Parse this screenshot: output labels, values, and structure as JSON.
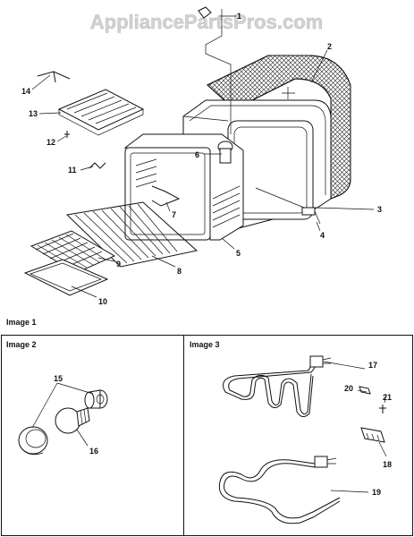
{
  "watermark": "AppliancePartsPros.com",
  "panels": {
    "image1": "Image 1",
    "image2": "Image 2",
    "image3": "Image 3"
  },
  "callouts": {
    "c1": "1",
    "c2": "2",
    "c3": "3",
    "c4": "4",
    "c5": "5",
    "c6": "6",
    "c7": "7",
    "c8": "8",
    "c9": "9",
    "c10": "10",
    "c11": "11",
    "c12": "12",
    "c13": "13",
    "c14": "14",
    "c15": "15",
    "c16": "16",
    "c17": "17",
    "c18": "18",
    "c19": "19",
    "c20": "20",
    "c21": "21"
  }
}
